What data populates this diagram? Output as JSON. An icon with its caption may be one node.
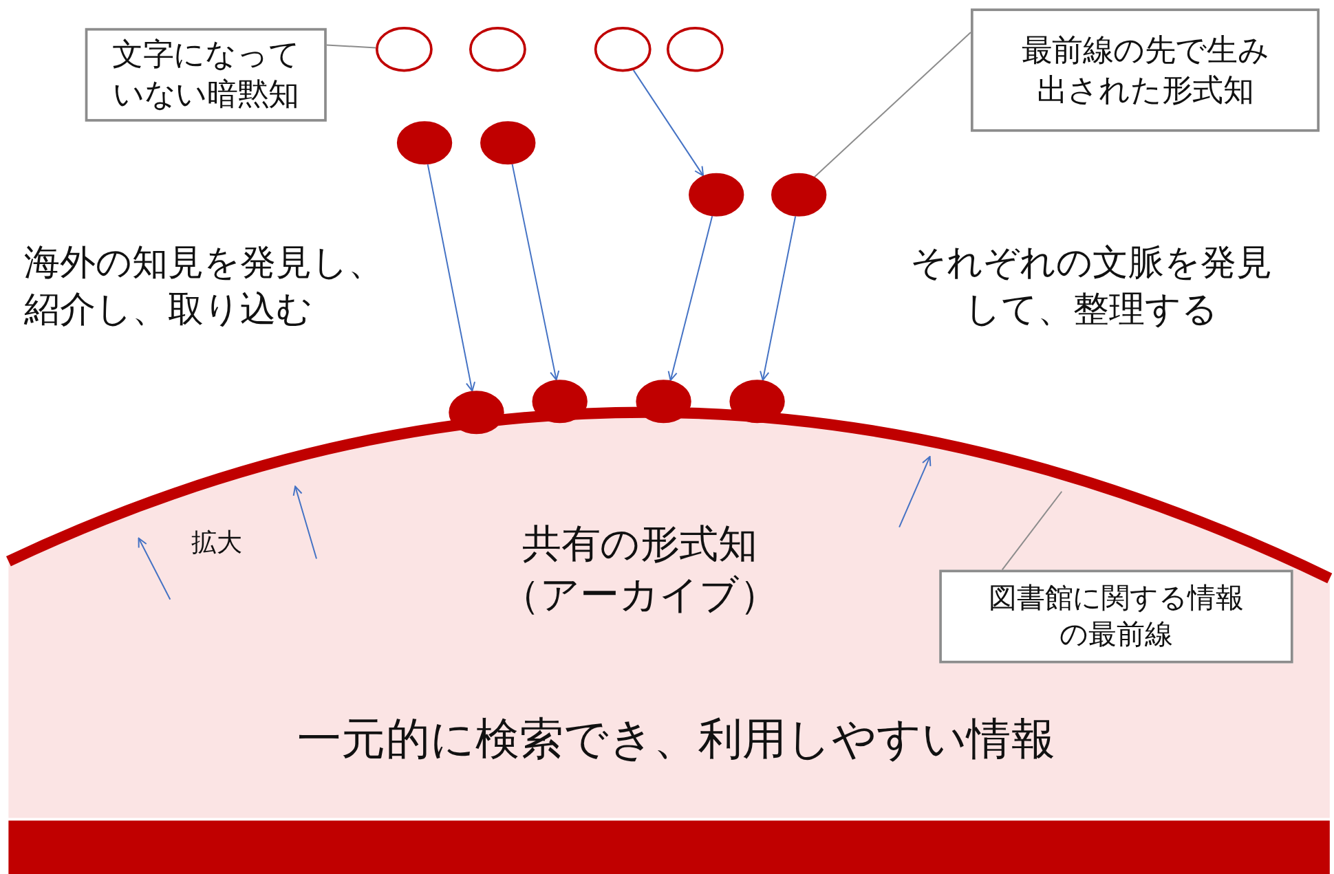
{
  "diagram": {
    "nodes": [
      {
        "text": [
          "文字になっていない暗黙知"
        ]
      },
      {
        "text": [],
        "shape": "circle"
      },
      {
        "text": [],
        "shape": "circle"
      },
      {
        "text": [],
        "shape": "circle"
      },
      {
        "text": [],
        "shape": "circle"
      },
      {
        "text": [
          "最前線の先で生み出された形式知"
        ]
      },
      {
        "text": [],
        "shape": "circle"
      },
      {
        "text": [],
        "shape": "circle"
      },
      {
        "text": [],
        "shape": "circle"
      },
      {
        "text": [],
        "shape": "circle"
      },
      {
        "text": [],
        "shape": "circle"
      },
      {
        "text": [],
        "shape": "circle"
      },
      {
        "text": [],
        "shape": "circle"
      },
      {
        "text": [],
        "shape": "circle"
      },
      {
        "text": [
          "共有の形式知（アーカイブ）",
          "一元的に検索でき、利用しやすい情報"
        ]
      },
      {
        "text": [
          "図書館に関する情報の最前線"
        ],
        "in": 14
      }
    ],
    "edges": [
      {
        "from": 0,
        "to": 1,
        "arrow": "none",
        "color": "#8c8c8c"
      },
      {
        "from": 5,
        "to": 9,
        "arrow": "none",
        "color": "#8c8c8c"
      },
      {
        "from": 3,
        "to": 8,
        "arrow": "to"
      },
      {
        "from": 6,
        "to": 10,
        "arrow": "to"
      },
      {
        "from": 7,
        "to": 11,
        "arrow": "to"
      },
      {
        "from": 8,
        "to": 12,
        "arrow": "to"
      },
      {
        "from": 9,
        "to": 13,
        "arrow": "to"
      },
      {
        "from": 15,
        "to": 14,
        "arrow": "none",
        "color": "#8c8c8c"
      }
    ],
    "labels": [
      "海外の知見を発見し、紹介し、取り込む",
      "それぞれの文脈を発見して、整理する",
      "拡大"
    ]
  }
}
